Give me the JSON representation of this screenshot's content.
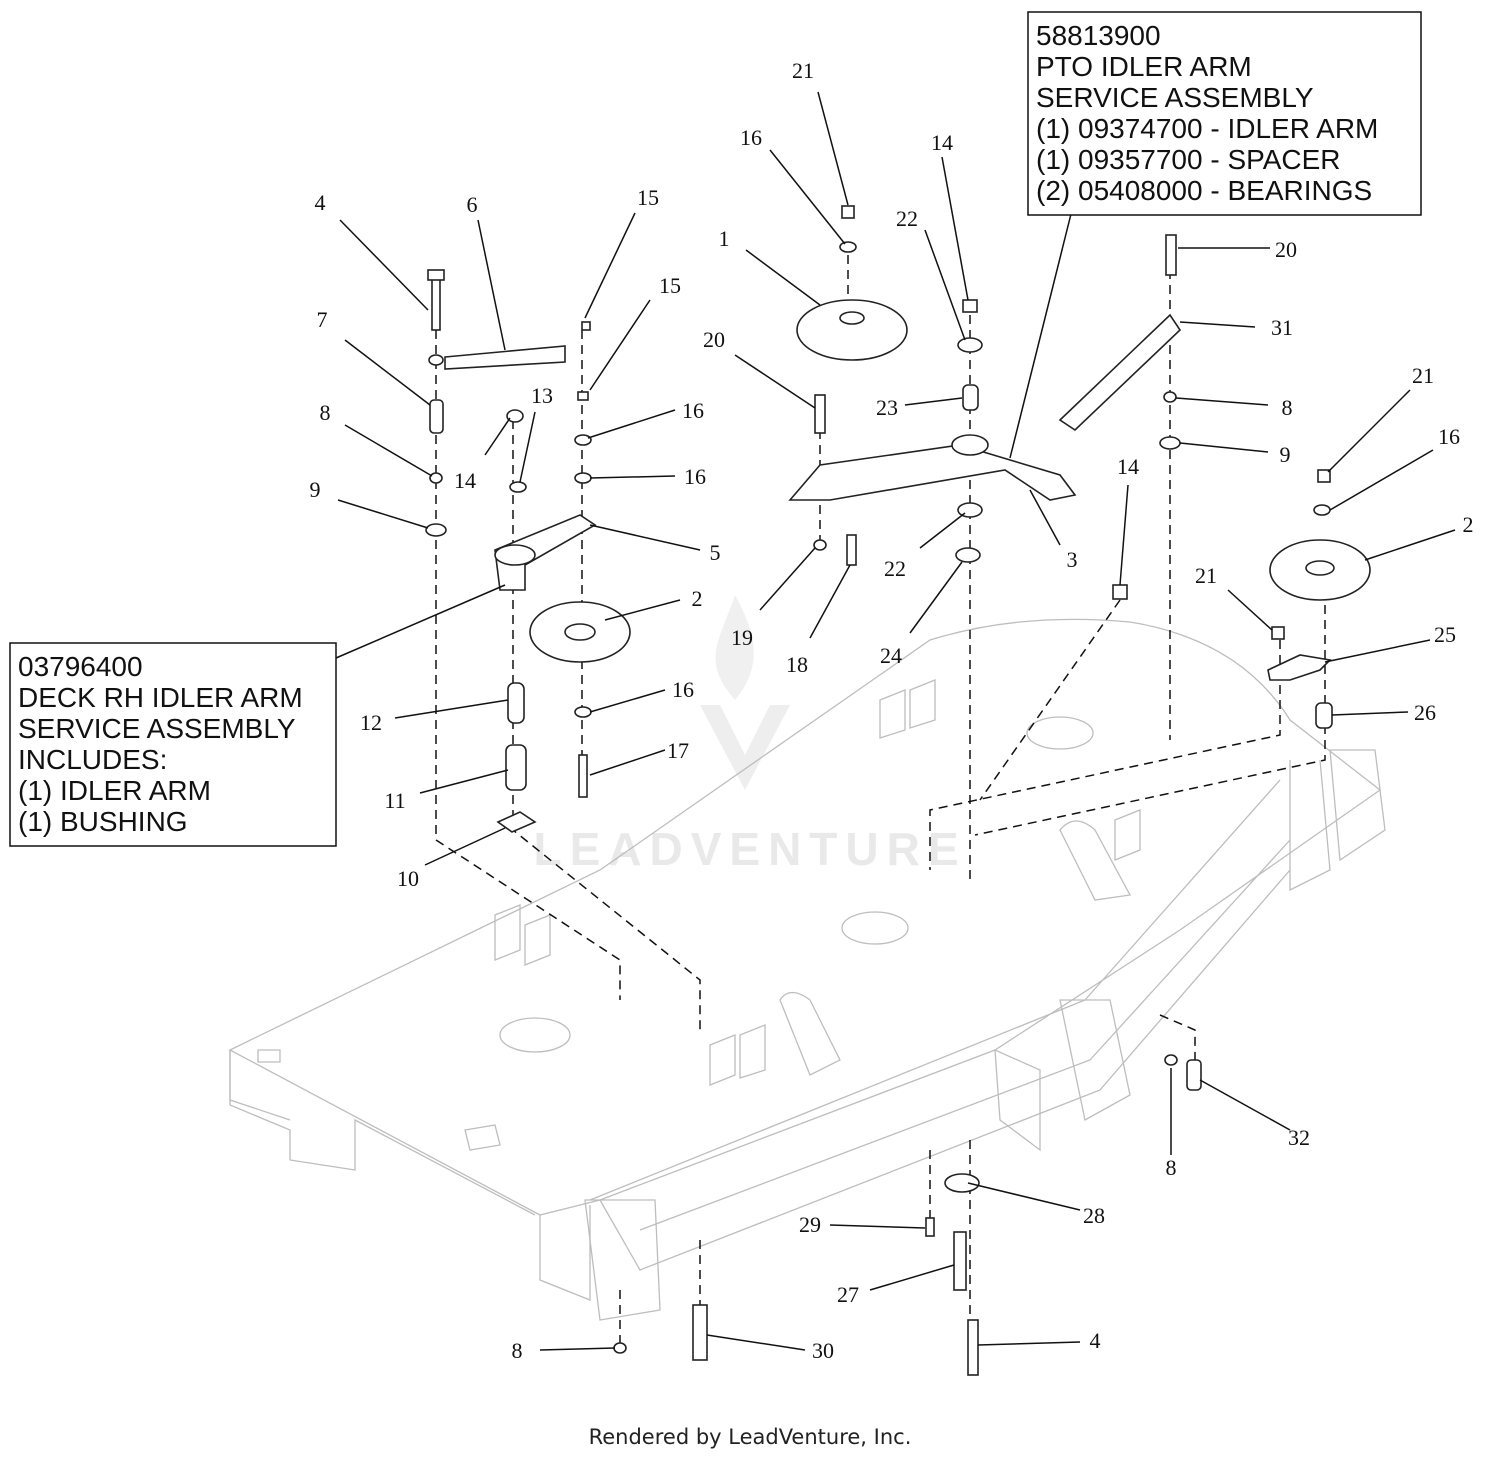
{
  "pto_box": {
    "lines": [
      "58813900",
      "PTO IDLER ARM",
      "SERVICE ASSEMBLY",
      "(1) 09374700 - IDLER ARM",
      "(1) 09357700 - SPACER",
      "(2) 05408000 - BEARINGS"
    ]
  },
  "deck_box": {
    "lines": [
      "03796400",
      "DECK RH IDLER ARM",
      "SERVICE ASSEMBLY",
      "INCLUDES:",
      "(1) IDLER ARM",
      "(1) BUSHING"
    ]
  },
  "callouts": [
    {
      "id": "c-4a",
      "text": "4"
    },
    {
      "id": "c-6",
      "text": "6"
    },
    {
      "id": "c-15a",
      "text": "15"
    },
    {
      "id": "c-15b",
      "text": "15"
    },
    {
      "id": "c-7",
      "text": "7"
    },
    {
      "id": "c-8a",
      "text": "8"
    },
    {
      "id": "c-9a",
      "text": "9"
    },
    {
      "id": "c-14a",
      "text": "14"
    },
    {
      "id": "c-13",
      "text": "13"
    },
    {
      "id": "c-16a",
      "text": "16"
    },
    {
      "id": "c-16b",
      "text": "16"
    },
    {
      "id": "c-5",
      "text": "5"
    },
    {
      "id": "c-2a",
      "text": "2"
    },
    {
      "id": "c-16c",
      "text": "16"
    },
    {
      "id": "c-17",
      "text": "17"
    },
    {
      "id": "c-12",
      "text": "12"
    },
    {
      "id": "c-11",
      "text": "11"
    },
    {
      "id": "c-10",
      "text": "10"
    },
    {
      "id": "c-21a",
      "text": "21"
    },
    {
      "id": "c-16d",
      "text": "16"
    },
    {
      "id": "c-1",
      "text": "1"
    },
    {
      "id": "c-14b",
      "text": "14"
    },
    {
      "id": "c-22a",
      "text": "22"
    },
    {
      "id": "c-20a",
      "text": "20"
    },
    {
      "id": "c-23",
      "text": "23"
    },
    {
      "id": "c-3",
      "text": "3"
    },
    {
      "id": "c-22b",
      "text": "22"
    },
    {
      "id": "c-19",
      "text": "19"
    },
    {
      "id": "c-18",
      "text": "18"
    },
    {
      "id": "c-24",
      "text": "24"
    },
    {
      "id": "c-20b",
      "text": "20"
    },
    {
      "id": "c-31",
      "text": "31"
    },
    {
      "id": "c-8b",
      "text": "8"
    },
    {
      "id": "c-9b",
      "text": "9"
    },
    {
      "id": "c-14c",
      "text": "14"
    },
    {
      "id": "c-21b",
      "text": "21"
    },
    {
      "id": "c-16e",
      "text": "16"
    },
    {
      "id": "c-2b",
      "text": "2"
    },
    {
      "id": "c-21c",
      "text": "21"
    },
    {
      "id": "c-25",
      "text": "25"
    },
    {
      "id": "c-26",
      "text": "26"
    },
    {
      "id": "c-32",
      "text": "32"
    },
    {
      "id": "c-8c",
      "text": "8"
    },
    {
      "id": "c-28",
      "text": "28"
    },
    {
      "id": "c-29",
      "text": "29"
    },
    {
      "id": "c-27",
      "text": "27"
    },
    {
      "id": "c-8d",
      "text": "8"
    },
    {
      "id": "c-30",
      "text": "30"
    },
    {
      "id": "c-4b",
      "text": "4"
    }
  ],
  "watermark": "LEADVENTURE",
  "footer": "Rendered by LeadVenture, Inc."
}
